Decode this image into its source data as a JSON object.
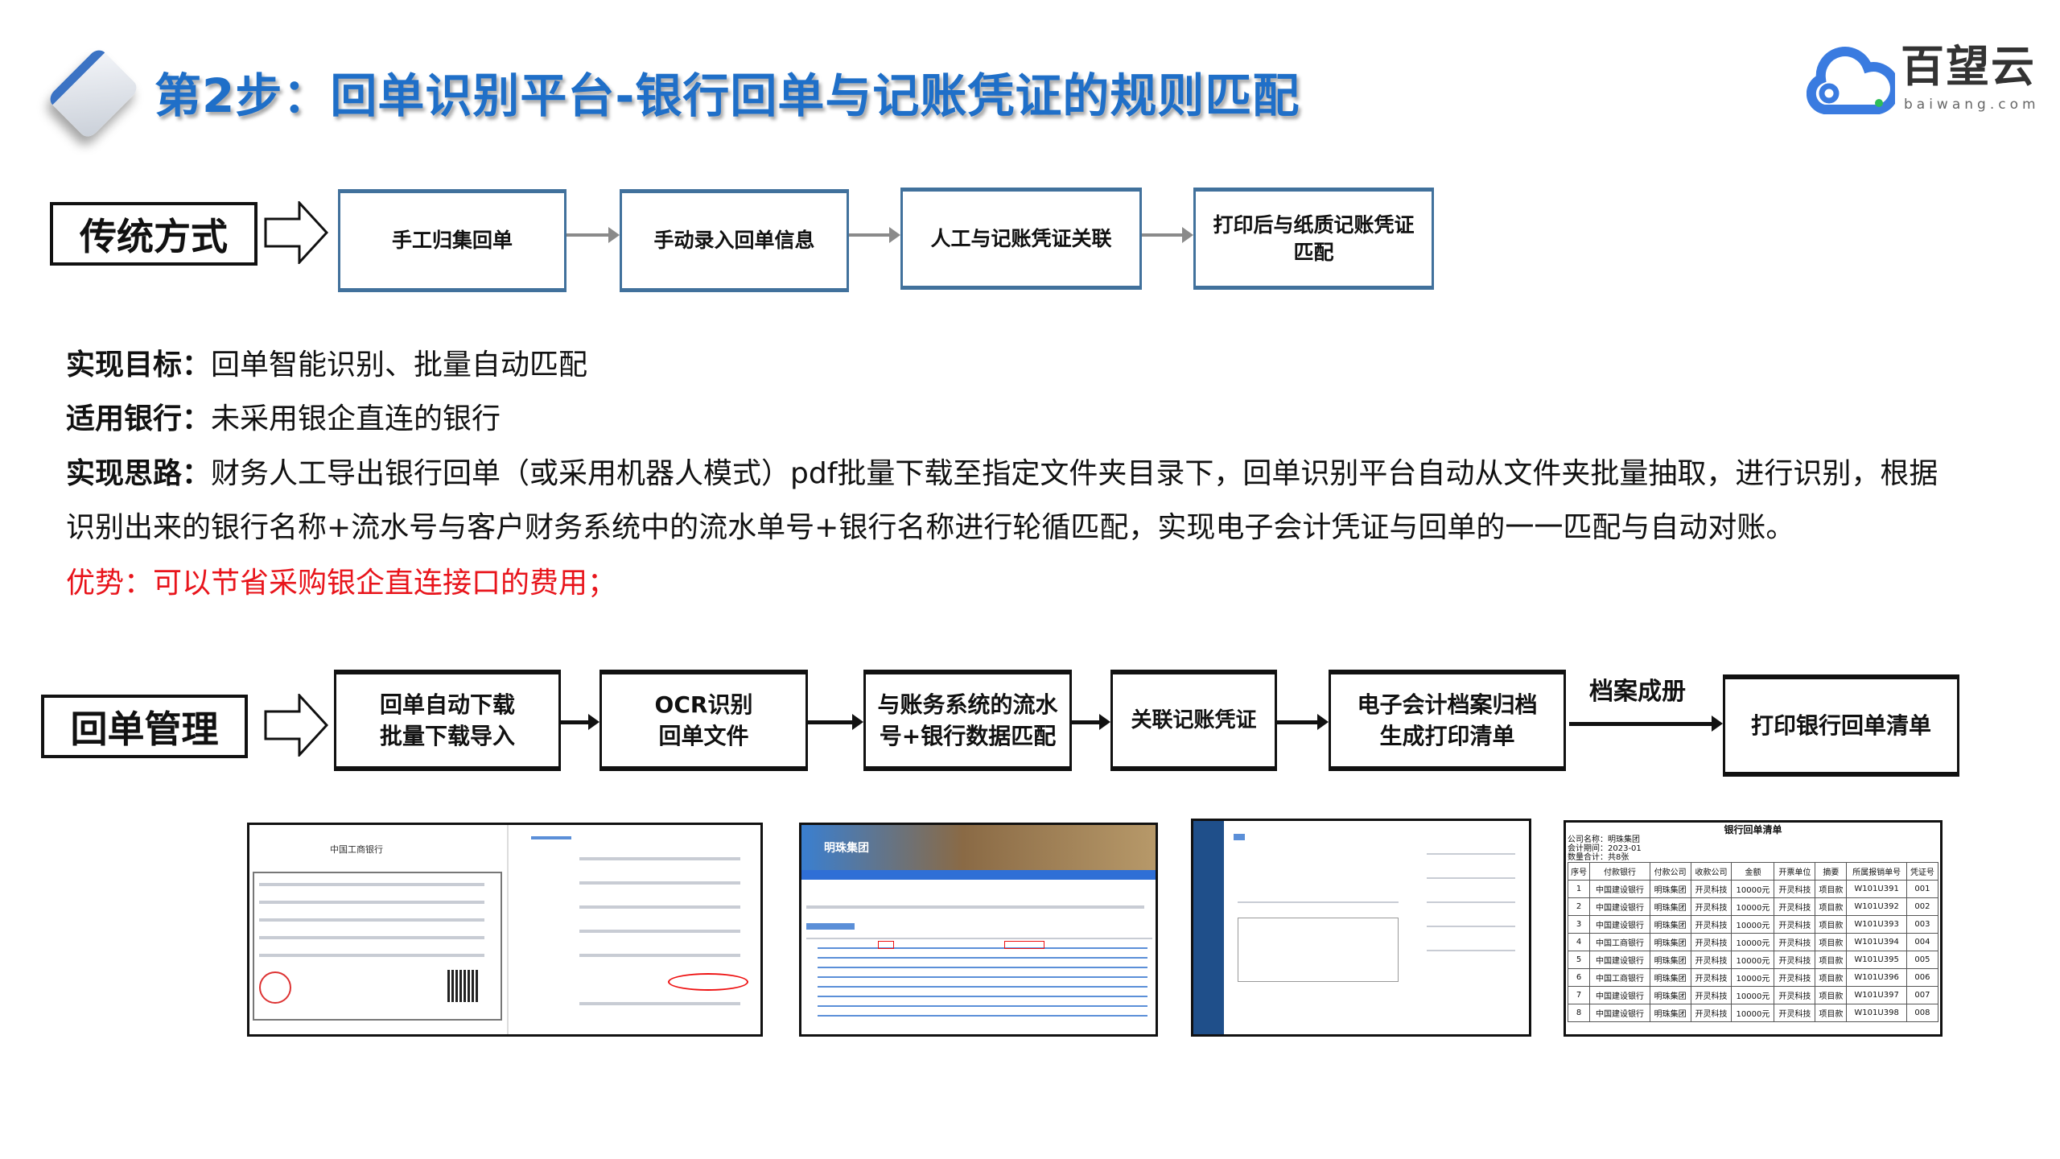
{
  "header": {
    "title": "第2步：回单识别平台-银行回单与记账凭证的规则匹配",
    "brand_name": "百望云",
    "brand_sub": "baiwang.com"
  },
  "traditional": {
    "label": "传统方式",
    "steps": [
      "手工归集回单",
      "手动录入回单信息",
      "人工与记账凭证关联",
      "打印后与纸质记账凭证匹配"
    ]
  },
  "description": {
    "goal_label": "实现目标：",
    "goal": "回单智能识别、批量自动匹配",
    "bank_label": "适用银行：",
    "bank": "未采用银企直连的银行",
    "idea_label": "实现思路：",
    "idea_line1": "财务人工导出银行回单（或采用机器人模式）pdf批量下载至指定文件夹目录下，回单识别平台自动从文件夹批量抽取，进行识别，根据",
    "idea_line2": "识别出来的银行名称+流水号与客户财务系统中的流水单号+银行名称进行轮循匹配，实现电子会计凭证与回单的一一匹配与自动对账。",
    "advantage": "优势：可以节省采购银企直连接口的费用；"
  },
  "management": {
    "label": "回单管理",
    "steps": [
      {
        "l1": "回单自动下载",
        "l2": "批量下载导入"
      },
      {
        "l1": "OCR识别",
        "l2": "回单文件"
      },
      {
        "l1": "与账务系统的流水",
        "l2": "号+银行数据匹配"
      },
      {
        "l1": "关联记账凭证",
        "l2": ""
      },
      {
        "l1": "电子会计档案归档",
        "l2": "生成打印清单"
      },
      {
        "l1": "打印银行回单清单",
        "l2": ""
      }
    ],
    "arrow_label": "档案成册"
  },
  "thumbnails": {
    "receipt_title": "中国工商银行",
    "portal_brand": "明珠集团",
    "list": {
      "title": "银行回单清单",
      "company": "公司名称：明珠集团",
      "period": "会计期间：2023-01",
      "count": "数量合计：共8张",
      "columns": [
        "序号",
        "付款银行",
        "付款公司",
        "收款公司",
        "金额",
        "开票单位",
        "摘要",
        "所属报销单号",
        "凭证号"
      ],
      "rows": [
        [
          "1",
          "中国建设银行",
          "明珠集团",
          "开灵科技",
          "10000元",
          "开灵科技",
          "项目款",
          "W101U391",
          "001"
        ],
        [
          "2",
          "中国建设银行",
          "明珠集团",
          "开灵科技",
          "10000元",
          "开灵科技",
          "项目款",
          "W101U392",
          "002"
        ],
        [
          "3",
          "中国建设银行",
          "明珠集团",
          "开灵科技",
          "10000元",
          "开灵科技",
          "项目款",
          "W101U393",
          "003"
        ],
        [
          "4",
          "中国工商银行",
          "明珠集团",
          "开灵科技",
          "10000元",
          "开灵科技",
          "项目款",
          "W101U394",
          "004"
        ],
        [
          "5",
          "中国建设银行",
          "明珠集团",
          "开灵科技",
          "10000元",
          "开灵科技",
          "项目款",
          "W101U395",
          "005"
        ],
        [
          "6",
          "中国工商银行",
          "明珠集团",
          "开灵科技",
          "10000元",
          "开灵科技",
          "项目款",
          "W101U396",
          "006"
        ],
        [
          "7",
          "中国建设银行",
          "明珠集团",
          "开灵科技",
          "10000元",
          "开灵科技",
          "项目款",
          "W101U397",
          "007"
        ],
        [
          "8",
          "中国建设银行",
          "明珠集团",
          "开灵科技",
          "10000元",
          "开灵科技",
          "项目款",
          "W101U398",
          "008"
        ]
      ]
    }
  }
}
